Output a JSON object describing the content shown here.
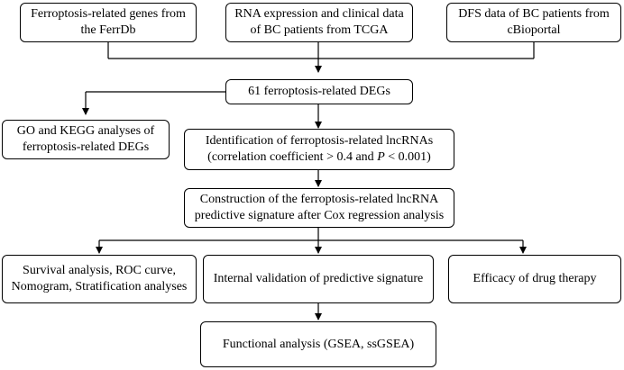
{
  "colors": {
    "line": "#000000",
    "box_border": "#000000",
    "background": "#ffffff",
    "text": "#000000"
  },
  "nodes": {
    "ferrdb": {
      "lines": [
        "Ferroptosis-related genes from",
        "the FerrDb"
      ]
    },
    "tcga": {
      "lines": [
        "RNA expression and clinical data",
        "of BC patients from TCGA"
      ]
    },
    "cbio": {
      "lines": [
        "DFS data of BC patients from",
        "cBioportal"
      ]
    },
    "degs": {
      "lines": [
        "61 ferroptosis-related DEGs"
      ]
    },
    "go_kegg": {
      "lines": [
        "GO and KEGG analyses of",
        "ferroptosis-related DEGs"
      ]
    },
    "lncrna": {
      "line1": "Identification of ferroptosis-related lncRNAs",
      "line2_pre": "(correlation coefficient > 0.4 and ",
      "line2_p": "P",
      "line2_post": " < 0.001)"
    },
    "signature": {
      "lines": [
        "Construction of the ferroptosis-related lncRNA",
        "predictive signature after Cox regression analysis"
      ]
    },
    "survival": {
      "lines": [
        "Survival analysis, ROC curve,",
        "Nomogram, Stratification analyses"
      ]
    },
    "validation": {
      "lines": [
        "Internal validation of predictive signature"
      ]
    },
    "drug": {
      "lines": [
        "Efficacy of drug therapy"
      ]
    },
    "functional": {
      "lines": [
        "Functional analysis (GSEA, ssGSEA)"
      ]
    }
  }
}
